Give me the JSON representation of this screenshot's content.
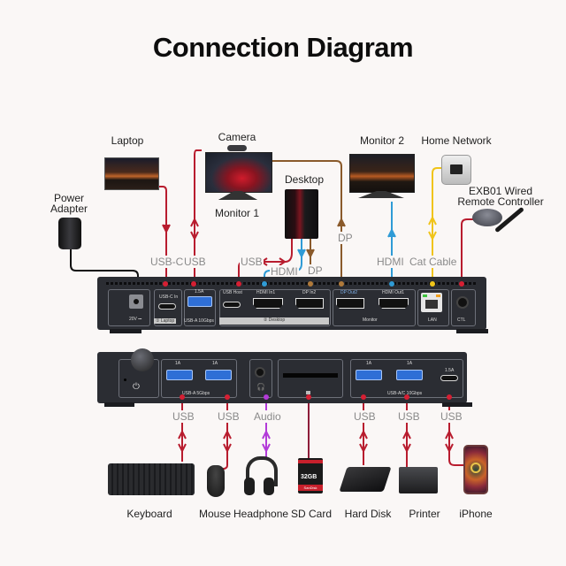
{
  "title": "Connection Diagram",
  "colors": {
    "usb": "#b81c2e",
    "hdmi": "#2f9bd6",
    "dp": "#8a5a2b",
    "lan": "#f0c419",
    "audio": "#b23ad8",
    "power": "#111111",
    "sd": "#8e1d3a",
    "device_body": "#2b2d33",
    "label_gray": "#8a8a8a",
    "background": "#faf7f6"
  },
  "top_devices": {
    "laptop": "Laptop",
    "camera": "Camera",
    "monitor1": "Monitor 1",
    "desktop": "Desktop",
    "monitor2": "Monitor 2",
    "home_network": "Home Network",
    "remote": "EXB01 Wired\nRemote Controller",
    "remote_line1": "EXB01 Wired",
    "remote_line2": "Remote Controller",
    "power_line1": "Power",
    "power_line2": "Adapter"
  },
  "top_cables": {
    "usb_c": "USB-C",
    "usb": "USB",
    "usb_desktop": "USB",
    "hdmi_desktop": "HDMI",
    "dp_desktop": "DP",
    "dp_monitor1": "DP",
    "hdmi_monitor2": "HDMI",
    "cat_cable": "Cat Cable"
  },
  "back_panel": {
    "dc_label": "20V ⎓",
    "usbc_in": "USB-C In",
    "laptop_tag": "① Laptop",
    "usba_power": "1.5A",
    "usba_speed": "USB-A 10Gbps",
    "usb_host": "USB Host",
    "hdmi_in1": "HDMI In1",
    "dp_in2": "DP In2",
    "desktop_tag": "② Desktop",
    "dp_out2": "DP Out2",
    "hdmi_out1": "HDMI Out1",
    "monitor_tag": "Monitor",
    "lan": "LAN",
    "ctl": "CTL"
  },
  "front_panel": {
    "port1_power": "1A",
    "port2_power": "1A",
    "usba_5g": "USB-A 5Gbps",
    "port3_power": "1A",
    "port4_power": "1A",
    "port5_power": "1.5A",
    "usbac_10g": "USB-A/C 10Gbps"
  },
  "bottom_cables": {
    "keyboard": "USB",
    "mouse": "USB",
    "headphone": "Audio",
    "harddisk": "USB",
    "printer": "USB",
    "iphone": "USB"
  },
  "bottom_devices": {
    "keyboard": "Keyboard",
    "mouse": "Mouse",
    "headphone": "Headphone",
    "sdcard": "SD Card",
    "harddisk": "Hard Disk",
    "printer": "Printer",
    "iphone": "iPhone",
    "sd_capacity": "32GB",
    "sd_brand": "SanDisk"
  }
}
